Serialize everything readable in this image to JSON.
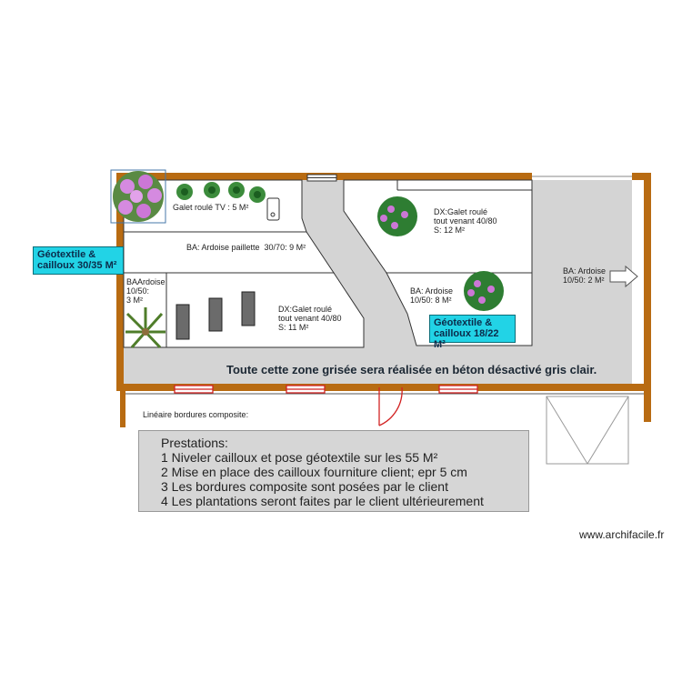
{
  "zones": {
    "galet_tv": "Galet roulé TV : 5 M²",
    "ardoise_paillette": "BA: Ardoise paillette  30/70: 9 M²",
    "dx_top_right": [
      "DX:Galet roulé",
      "tout venant 40/80",
      "S: 12 M²"
    ],
    "ba_ardoise_8": [
      "BA: Ardoise",
      "10/50: 8 M²"
    ],
    "ba_ardoise_2": [
      "BA: Ardoise",
      "10/50: 2 M²"
    ],
    "dx_center": [
      "DX:Galet roulé",
      "tout venant 40/80",
      "S: 11 M²"
    ],
    "ba_ardoise_left": [
      "BAArdoise",
      "10/50:",
      "3 M²"
    ]
  },
  "callouts": {
    "geotextile_left": [
      "Géotextile &",
      "cailloux 30/35 M²"
    ],
    "geotextile_right": [
      "Géotextile &",
      "cailloux 18/22 M²"
    ]
  },
  "beton_note": "Toute cette zone grisée sera réalisée en béton désactivé gris clair.",
  "bordures_label": "Linéaire bordures composite:",
  "prestations": {
    "title": "Prestations:",
    "items": [
      "1 Niveler cailloux et pose géotextile sur les 55 M²",
      "2 Mise en place des cailloux fourniture client; epr 5 cm",
      "3 Les bordures composite sont posées par le client",
      "4 Les plantations seront faites par le client ultérieurement"
    ]
  },
  "watermark": "www.archifacile.fr",
  "colors": {
    "wall": "#b86b12",
    "concrete": "#d4d4d4",
    "cyan": "#22d3e6",
    "door": "#d22222",
    "plant_pink": "#cc77d6",
    "plant_green": "#2e7d32"
  }
}
